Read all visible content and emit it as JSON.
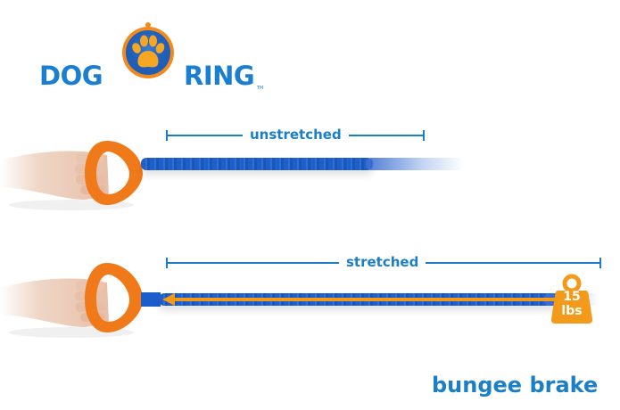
{
  "logo": {
    "word_left": "DOG",
    "word_right": "RING",
    "trademark": "TM",
    "icon": "paw-icon",
    "colors": {
      "text": "#1a7fd1",
      "ring": "#f28a1e",
      "badge": "#1f5fb8",
      "paw": "#f6a623"
    }
  },
  "diagram": {
    "unstretched": {
      "label": "unstretched"
    },
    "stretched": {
      "label": "stretched"
    },
    "weight": {
      "value": "15",
      "unit": "lbs",
      "icon": "weight-icon"
    }
  },
  "footer": {
    "caption": "bungee brake"
  },
  "colors": {
    "accent_blue": "#1b7fc8",
    "bungee_blue": "#1e5fc8",
    "handle_orange": "#f07a1a",
    "weight_orange": "#f39a1a"
  }
}
